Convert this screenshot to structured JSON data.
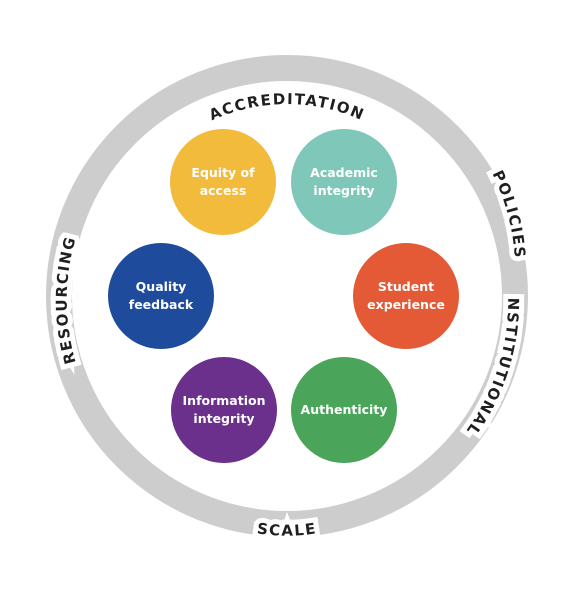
{
  "ring": {
    "color": "#cdcdcd",
    "labels": {
      "top": "ACCREDITATION",
      "bottom": "SCALE",
      "left": "RESOURCING",
      "right_line1": "POLICIES",
      "right_line2": "INSTITUTIONAL"
    }
  },
  "nodes": [
    {
      "id": "equity",
      "line1": "Equity of",
      "line2": "access",
      "color": "#f2bb3c"
    },
    {
      "id": "academic",
      "line1": "Academic",
      "line2": "integrity",
      "color": "#7fc7b8"
    },
    {
      "id": "student",
      "line1": "Student",
      "line2": "experience",
      "color": "#e45a36"
    },
    {
      "id": "authenticity",
      "line1": "Authenticity",
      "line2": "",
      "color": "#4aa55a"
    },
    {
      "id": "information",
      "line1": "Information",
      "line2": "integrity",
      "color": "#6b2f8c"
    },
    {
      "id": "quality",
      "line1": "Quality",
      "line2": "feedback",
      "color": "#1f4b9c"
    }
  ]
}
